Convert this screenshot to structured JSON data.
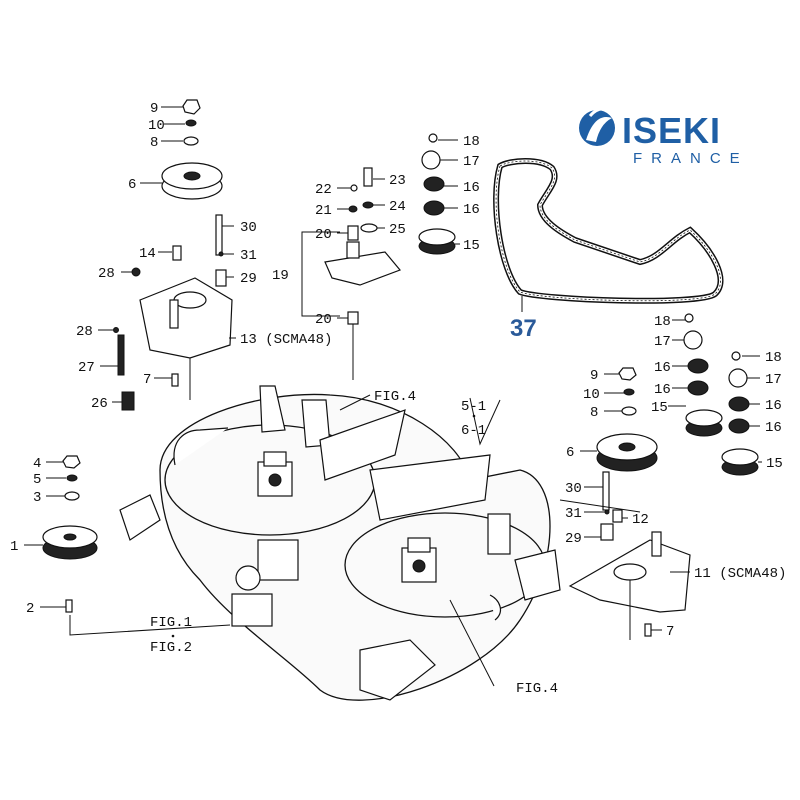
{
  "brand": {
    "name": "ISEKI",
    "sub": "FRANCE",
    "color": "#1f5fa5"
  },
  "belt_label": "37",
  "figure_refs": {
    "fig4_top": "FIG.4",
    "fig4_bottom": "FIG.4",
    "fig1": "FIG.1",
    "fig2": "FIG.2",
    "ref_5_1": "5-1",
    "ref_6_1": "6-1"
  },
  "plate_labels": {
    "left": "13 (SCMA48)",
    "right": "11 (SCMA48)"
  },
  "callouts": {
    "c9a": "9",
    "c10a": "10",
    "c8a": "8",
    "c6a": "6",
    "c14": "14",
    "c28a": "28",
    "c30a": "30",
    "c31a": "31",
    "c29a": "29",
    "c28b": "28",
    "c27": "27",
    "c7a": "7",
    "c26": "26",
    "c18a": "18",
    "c17a": "17",
    "c16a": "16",
    "c16b": "16",
    "c22": "22",
    "c23": "23",
    "c21": "21",
    "c24": "24",
    "c20a": "20",
    "c25": "25",
    "c15a": "15",
    "c19": "19",
    "c20b": "20",
    "c4": "4",
    "c5": "5",
    "c3": "3",
    "c1": "1",
    "c2": "2",
    "c18b": "18",
    "c17b": "17",
    "c16c": "16",
    "c16d": "16",
    "c9b": "9",
    "c10b": "10",
    "c8b": "8",
    "c15b": "15",
    "c18c": "18",
    "c17c": "17",
    "c16e": "16",
    "c16f": "16",
    "c15c": "15",
    "c6b": "6",
    "c30b": "30",
    "c31b": "31",
    "c12": "12",
    "c29b": "29",
    "c7b": "7"
  }
}
